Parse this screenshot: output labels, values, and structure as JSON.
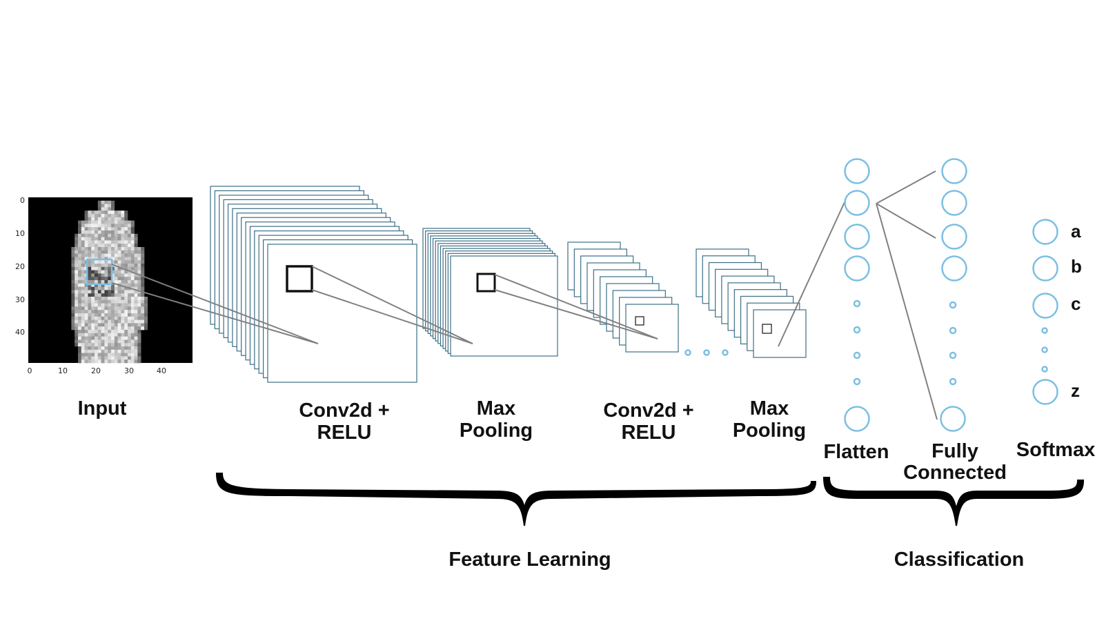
{
  "colors": {
    "fmap_stroke": "#3b6e86",
    "neuron": "#7bbfe3",
    "connector": "#808080",
    "kernel": "#111111",
    "brace": "#000000",
    "text": "#111111"
  },
  "input": {
    "label": "Input",
    "y_ticks": [
      "0",
      "10",
      "20",
      "30",
      "40"
    ],
    "x_ticks": [
      "0",
      "10",
      "20",
      "30",
      "40"
    ]
  },
  "stages": {
    "conv1": {
      "line1": "Conv2d +",
      "line2": "RELU"
    },
    "pool1": {
      "line1": "Max",
      "line2": "Pooling"
    },
    "conv2": {
      "line1": "Conv2d +",
      "line2": "RELU"
    },
    "pool2": {
      "line1": "Max",
      "line2": "Pooling"
    },
    "flatten": {
      "label": "Flatten"
    },
    "fc": {
      "line1": "Fully",
      "line2": "Connected"
    },
    "softmax": {
      "label": "Softmax"
    }
  },
  "outputs": [
    "a",
    "b",
    "c",
    "z"
  ],
  "groups": {
    "feature_learning": "Feature Learning",
    "classification": "Classification"
  }
}
